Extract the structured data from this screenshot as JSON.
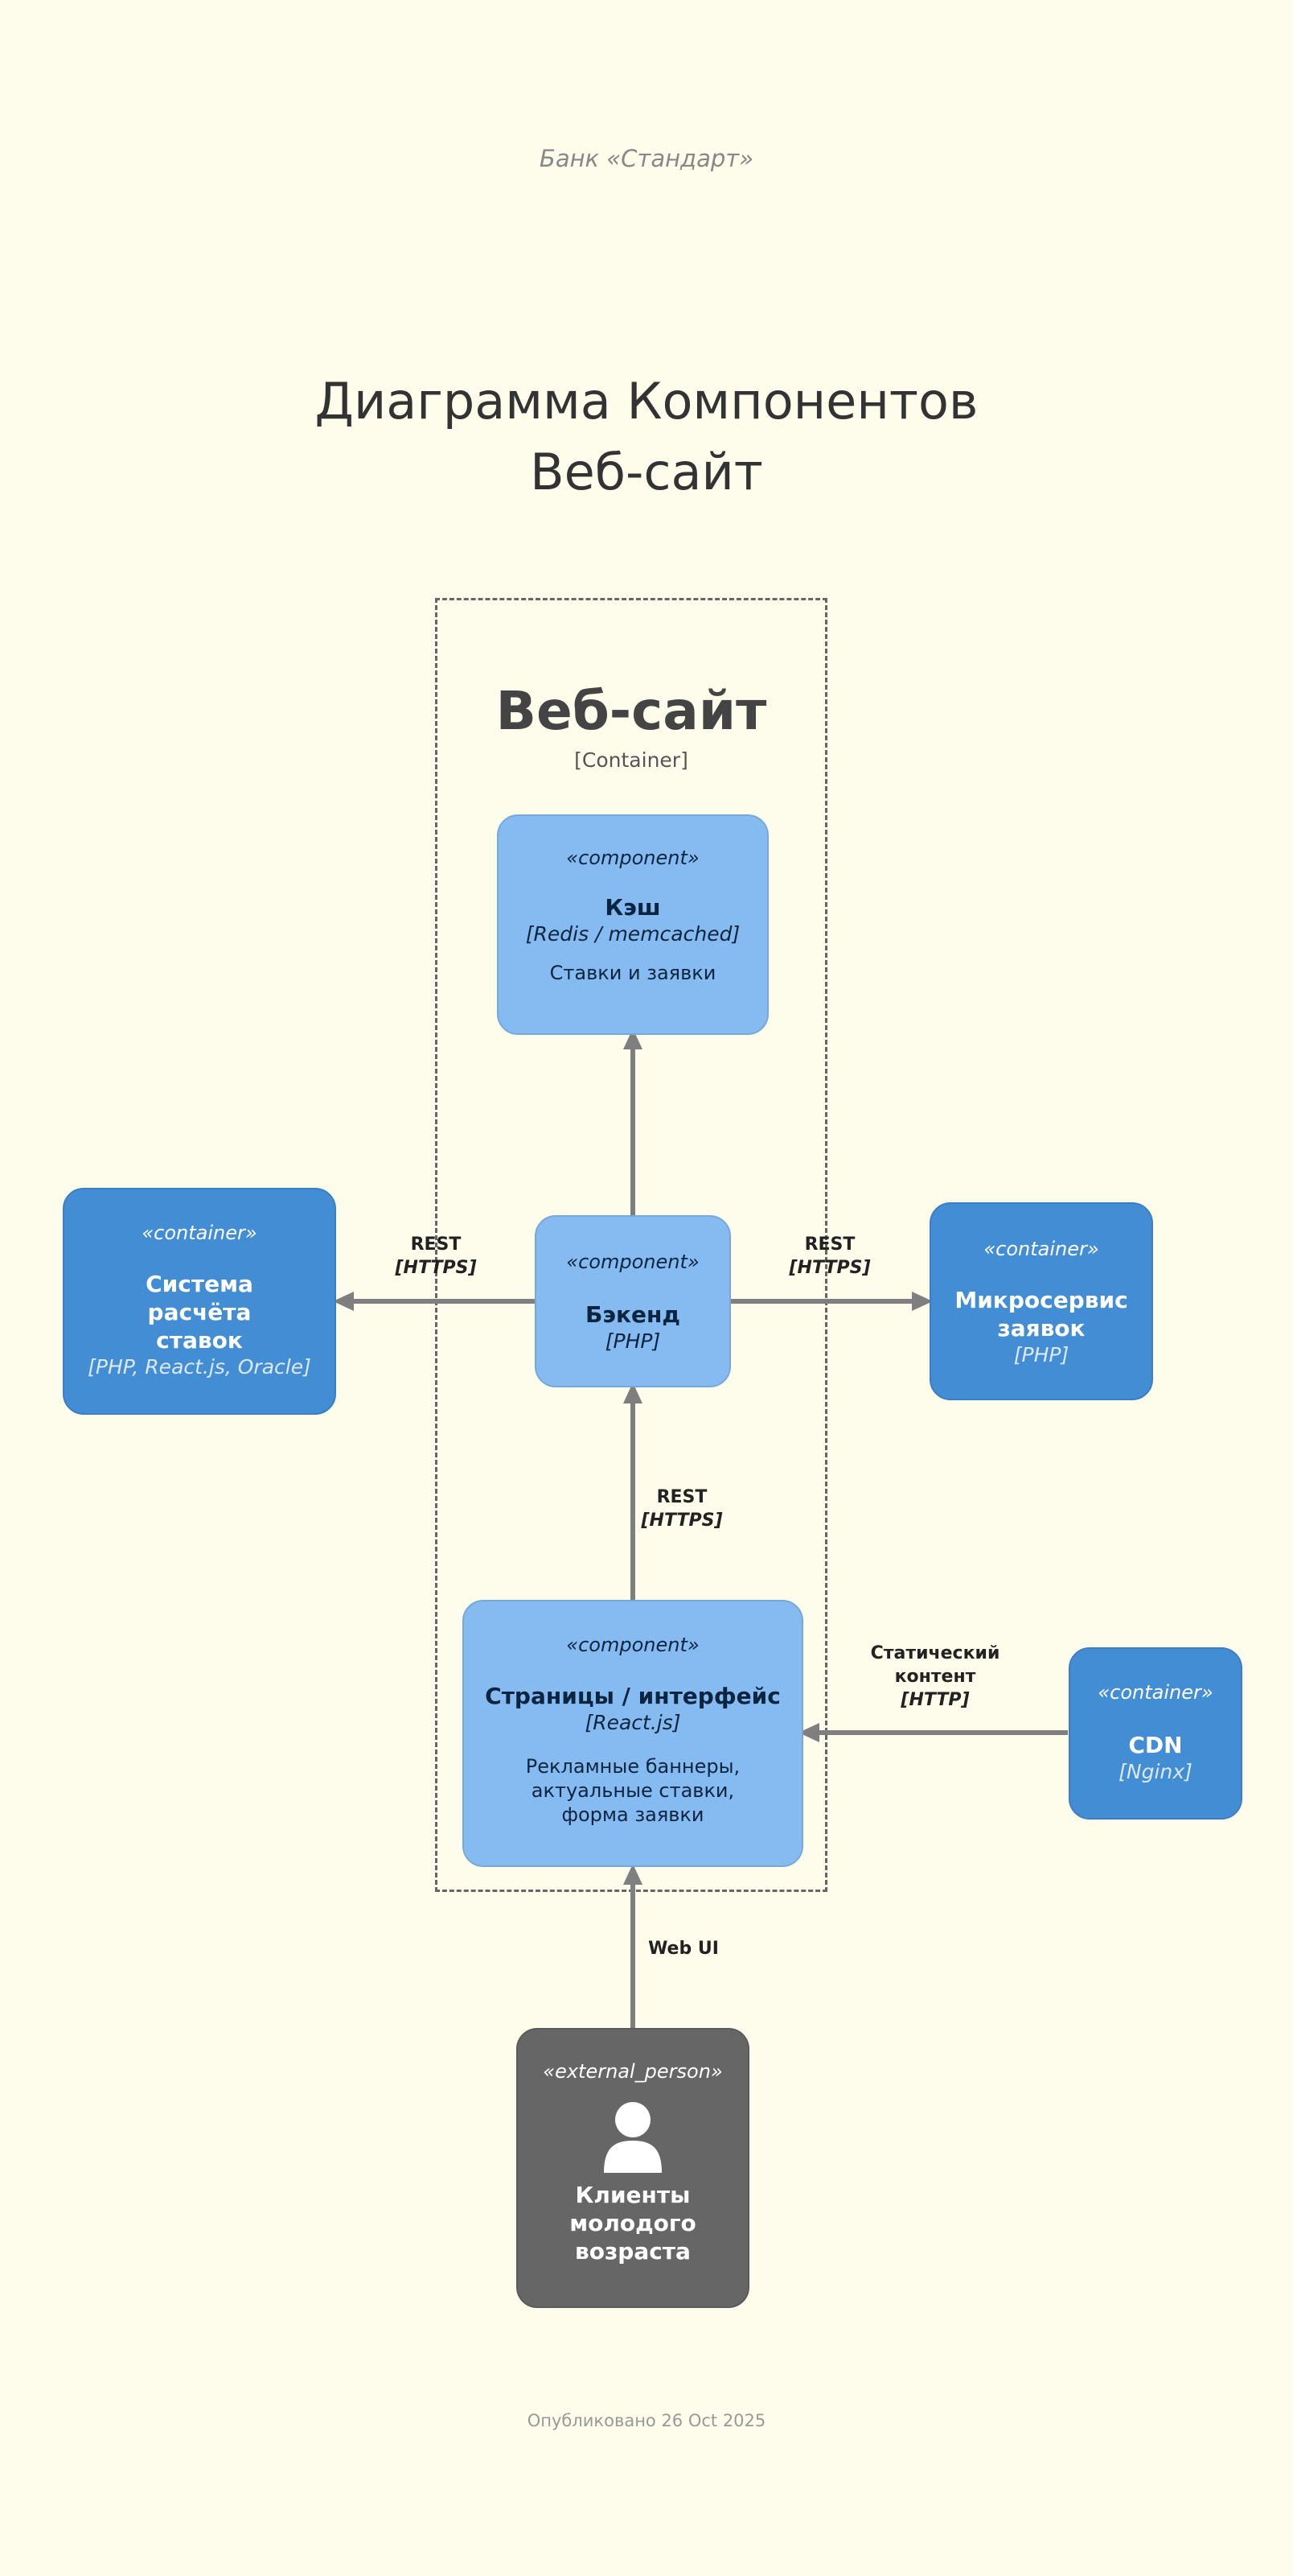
{
  "header": {
    "org": "Банк «Стандарт»"
  },
  "title": {
    "line1": "Диаграмма Компонентов",
    "line2": "Веб-сайт"
  },
  "boundary": {
    "name": "Веб-сайт",
    "type": "[Container]"
  },
  "nodes": {
    "cache": {
      "stereotype": "«component»",
      "name": "Кэш",
      "tech": "[Redis / memcached]",
      "desc": "Ставки и заявки"
    },
    "backend": {
      "stereotype": "«component»",
      "name": "Бэкенд",
      "tech": "[PHP]"
    },
    "pages": {
      "stereotype": "«component»",
      "name": "Страницы / интерфейс",
      "tech": "[React.js]",
      "desc_lines": [
        "Рекламные баннеры,",
        "актуальные ставки,",
        "форма заявки"
      ]
    },
    "rates_system": {
      "stereotype": "«container»",
      "name_lines": [
        "Система",
        "расчёта",
        "ставок"
      ],
      "tech": "[PHP, React.js, Oracle]"
    },
    "microservice": {
      "stereotype": "«container»",
      "name_lines": [
        "Микросервис",
        "заявок"
      ],
      "tech": "[PHP]"
    },
    "cdn": {
      "stereotype": "«container»",
      "name": "CDN",
      "tech": "[Nginx]"
    },
    "clients": {
      "stereotype": "«external_person»",
      "name_lines": [
        "Клиенты",
        "молодого",
        "возраста"
      ],
      "icon": "person-icon"
    }
  },
  "relations": {
    "backend_to_rates": {
      "label": "REST",
      "tech": "[HTTPS]"
    },
    "backend_to_micro": {
      "label": "REST",
      "tech": "[HTTPS]"
    },
    "pages_to_backend": {
      "label": "REST",
      "tech": "[HTTPS]"
    },
    "cdn_to_pages": {
      "label_lines": [
        "Статический",
        "контент"
      ],
      "tech": "[HTTP]"
    },
    "clients_to_pages": {
      "label": "Web UI"
    }
  },
  "colors": {
    "background": "#fefdeb",
    "component": "#85bbf0",
    "container": "#438dd5",
    "person": "#666666",
    "edge": "#7f7f7f"
  },
  "footer": {
    "published": "Опубликовано 26 Oct 2025"
  }
}
